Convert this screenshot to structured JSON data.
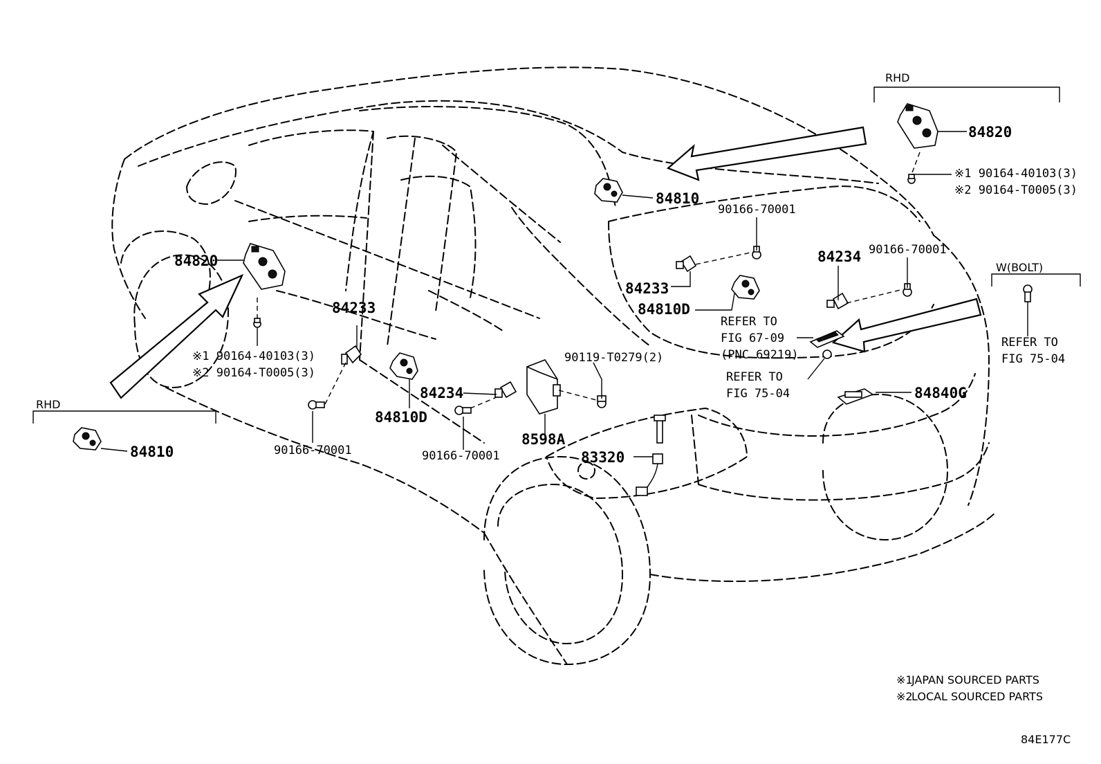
{
  "diagram": {
    "code": "84E177C",
    "notes": [
      {
        "mark": "※1",
        "text": "JAPAN SOURCED PARTS"
      },
      {
        "mark": "※2",
        "text": "LOCAL SOURCED PARTS"
      }
    ],
    "groups": {
      "rhd_top": "RHD",
      "rhd_left": "RHD",
      "w_bolt": "W(BOLT)"
    },
    "callouts": {
      "p84820_left": "84820",
      "p84820_right": "84820",
      "p84810_center": "84810",
      "p84810_rhd": "84810",
      "p84233_left": "84233",
      "p84233_right": "84233",
      "p84234_left": "84234",
      "p84234_right": "84234",
      "p84810D_left": "84810D",
      "p84810D_right": "84810D",
      "p8598A": "8598A",
      "p83320": "83320",
      "p84840G": "84840G",
      "bolt_90166_a": "90166-70001",
      "bolt_90166_b": "90166-70001",
      "bolt_90166_c": "90166-70001",
      "bolt_90166_d": "90166-70001",
      "bolt_90119": "90119-T0279(2)",
      "screw_left_1": "※1 90164-40103(3)",
      "screw_left_2": "※2 90164-T0005(3)",
      "screw_right_1": "※1 90164-40103(3)",
      "screw_right_2": "※2 90164-T0005(3)",
      "refer_67_09_a": "REFER TO",
      "refer_67_09_b": "FIG 67-09",
      "refer_67_09_c": "(PNC 69219)",
      "refer_75_04_mid_a": "REFER TO",
      "refer_75_04_mid_b": "FIG 75-04",
      "refer_75_04_right_a": "REFER TO",
      "refer_75_04_right_b": "FIG 75-04"
    }
  }
}
